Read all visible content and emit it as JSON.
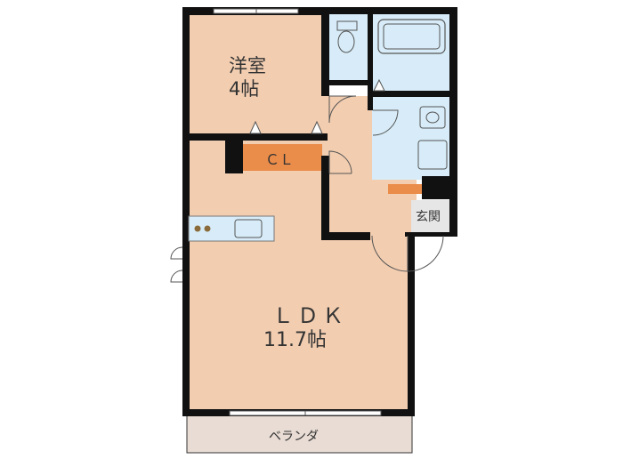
{
  "rooms": {
    "western_room": {
      "name": "洋室",
      "size": "4帖"
    },
    "closet": {
      "name": "ＣＬ"
    },
    "ldk": {
      "name": "ＬＤＫ",
      "size": "11.7帖"
    },
    "entrance": {
      "name": "玄関"
    },
    "balcony": {
      "name": "ベランダ"
    }
  },
  "colors": {
    "room_fill": "#f2cdb0",
    "wet_fill": "#d7ecf8",
    "closet_fill": "#ea8c4a",
    "entrance_fill": "#e6e6e6",
    "balcony_fill": "#e8dcd4",
    "wall": "#111111"
  }
}
